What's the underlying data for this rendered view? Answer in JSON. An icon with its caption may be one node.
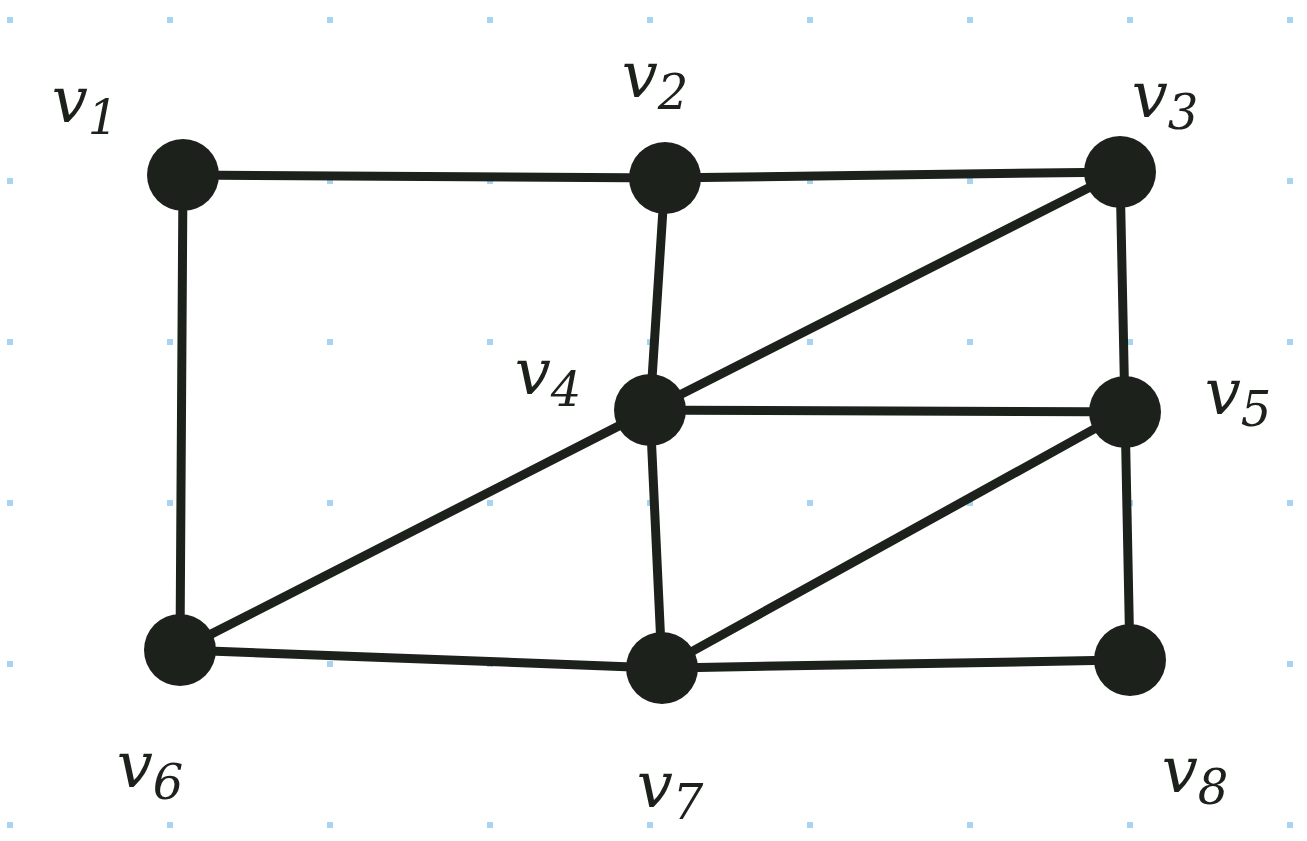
{
  "diagram": {
    "nodes": [
      {
        "text": [],
        "shape": "circle",
        "beside": [
          "v$_{1}$"
        ]
      },
      {
        "text": [],
        "shape": "circle",
        "beside": [
          "v$_{2}$"
        ]
      },
      {
        "text": [],
        "shape": "circle",
        "beside": [
          "v$_{3}$"
        ]
      },
      {
        "text": [],
        "shape": "circle",
        "beside": [
          "v$_{4}$"
        ]
      },
      {
        "text": [],
        "shape": "circle",
        "beside": [
          "v$_{5}$"
        ]
      },
      {
        "text": [],
        "shape": "circle",
        "beside": [
          "v$_{6}$"
        ]
      },
      {
        "text": [],
        "shape": "circle",
        "beside": [
          "v$_{7}$"
        ]
      },
      {
        "text": [],
        "shape": "circle",
        "beside": [
          "v$_{8}$"
        ]
      }
    ],
    "edges": [
      {
        "from": 0,
        "to": 1,
        "arrow": "none"
      },
      {
        "from": 1,
        "to": 2,
        "arrow": "none"
      },
      {
        "from": 0,
        "to": 5,
        "arrow": "none"
      },
      {
        "from": 1,
        "to": 3,
        "arrow": "none"
      },
      {
        "from": 2,
        "to": 3,
        "arrow": "none"
      },
      {
        "from": 2,
        "to": 4,
        "arrow": "none"
      },
      {
        "from": 3,
        "to": 4,
        "arrow": "none"
      },
      {
        "from": 3,
        "to": 5,
        "arrow": "none"
      },
      {
        "from": 3,
        "to": 6,
        "arrow": "none"
      },
      {
        "from": 4,
        "to": 6,
        "arrow": "none"
      },
      {
        "from": 4,
        "to": 7,
        "arrow": "none"
      },
      {
        "from": 5,
        "to": 6,
        "arrow": "none"
      },
      {
        "from": 6,
        "to": 7,
        "arrow": "none"
      }
    ]
  }
}
